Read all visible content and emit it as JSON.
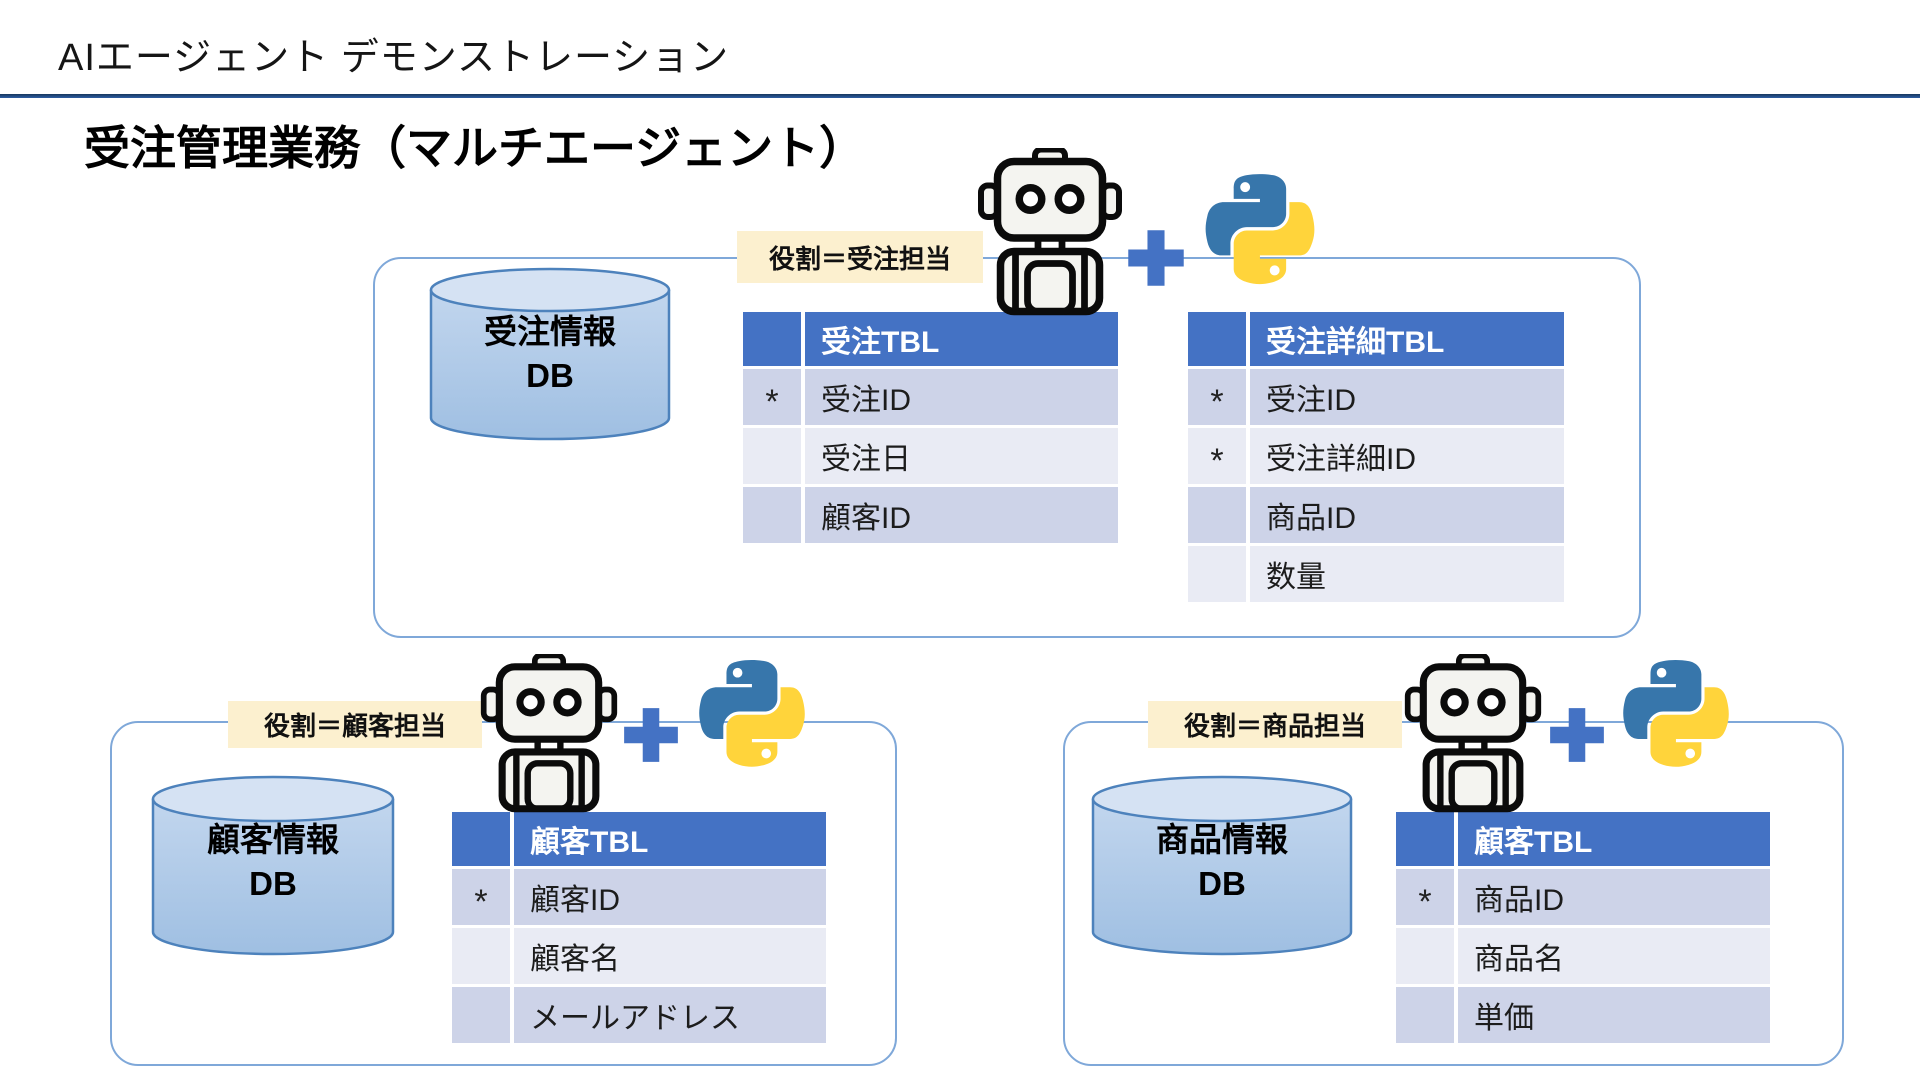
{
  "header": {
    "title": "AIエージェント デモンストレーション",
    "subtitle": "受注管理業務（マルチエージェント）"
  },
  "icons": {
    "robot": "robot-icon",
    "plus": "plus-icon",
    "python": "python-logo-icon",
    "database": "database-cylinder-icon"
  },
  "colors": {
    "table_header_blue": "#4472C4",
    "table_row_dark": "#CDD3E8",
    "table_row_light": "#E9EBF4",
    "badge_yellow": "#FCF0CF",
    "box_border_blue": "#7FA8D9",
    "rule_navy": "#16365C",
    "python_blue": "#3776AB",
    "python_yellow": "#FFD43B",
    "cylinder_fill": "#B8CFE9"
  },
  "agents": {
    "order": {
      "role_label": "役割＝受注担当",
      "db": {
        "line1": "受注情報",
        "line2": "DB"
      },
      "table1": {
        "title": "受注TBL",
        "rows": [
          {
            "key": "*",
            "name": "受注ID"
          },
          {
            "key": "",
            "name": "受注日"
          },
          {
            "key": "",
            "name": "顧客ID"
          }
        ]
      },
      "table2": {
        "title": "受注詳細TBL",
        "rows": [
          {
            "key": "*",
            "name": "受注ID"
          },
          {
            "key": "*",
            "name": "受注詳細ID"
          },
          {
            "key": "",
            "name": "商品ID"
          },
          {
            "key": "",
            "name": "数量"
          }
        ]
      }
    },
    "customer": {
      "role_label": "役割＝顧客担当",
      "db": {
        "line1": "顧客情報",
        "line2": "DB"
      },
      "table1": {
        "title": "顧客TBL",
        "rows": [
          {
            "key": "*",
            "name": "顧客ID"
          },
          {
            "key": "",
            "name": "顧客名"
          },
          {
            "key": "",
            "name": "メールアドレス"
          }
        ]
      }
    },
    "product": {
      "role_label": "役割＝商品担当",
      "db": {
        "line1": "商品情報",
        "line2": "DB"
      },
      "table1": {
        "title": "顧客TBL",
        "rows": [
          {
            "key": "*",
            "name": "商品ID"
          },
          {
            "key": "",
            "name": "商品名"
          },
          {
            "key": "",
            "name": "単価"
          }
        ]
      }
    }
  }
}
